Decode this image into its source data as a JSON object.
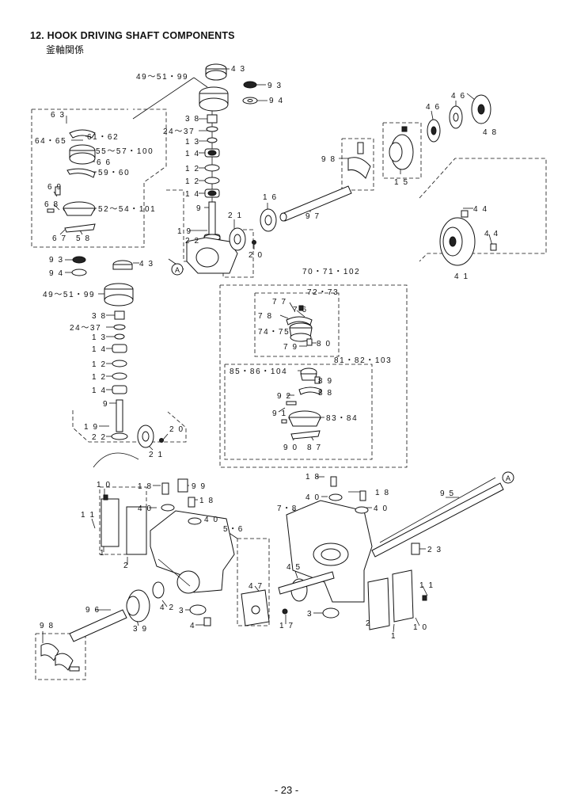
{
  "header": {
    "title": "12. HOOK DRIVING SHAFT COMPONENTS",
    "subtitle": "釜軸関係"
  },
  "footer": {
    "page": "- 23 -"
  },
  "callouts": [
    "4 3",
    "9 3",
    "9 4",
    "49～51・99",
    "4 6",
    "4 6",
    "4 8",
    "6 3",
    "64・65",
    "61・62",
    "55～57・100",
    "6 6",
    "59・60",
    "6 9",
    "6 8",
    "52～54・101",
    "6 7",
    "5 8",
    "3 8",
    "24～37",
    "1 3",
    "1 4",
    "1 2",
    "1 2",
    "1 4",
    "9",
    "1 9",
    "2 2",
    "1 6",
    "2 1",
    "2 0",
    "9 8",
    "1 5",
    "9 7",
    "4 4",
    "4 4",
    "4 1",
    "9 3",
    "4 3",
    "9 4",
    "49～51・99",
    "3 8",
    "24～37",
    "1 3",
    "1 4",
    "1 2",
    "1 2",
    "1 4",
    "9",
    "1 9",
    "2 2",
    "2 0",
    "2 1",
    "70・71・102",
    "72・73",
    "7 7",
    "7 6",
    "7 8",
    "74・75",
    "7 9",
    "8 0",
    "85・86・104",
    "81・82・103",
    "8 9",
    "8 8",
    "9 2",
    "9 1",
    "83・84",
    "9 0",
    "8 7",
    "1 0",
    "1 8",
    "9 9",
    "1 8",
    "4 0",
    "4 0",
    "1 1",
    "1",
    "2",
    "5・6",
    "1 8",
    "4 0",
    "1 8",
    "4 0",
    "7・8",
    "9 5",
    "2 3",
    "4 5",
    "4 7",
    "4 2",
    "3",
    "4",
    "9 6",
    "3 9",
    "3",
    "1 7",
    "2",
    "1 1",
    "1",
    "1 0",
    "9 8"
  ],
  "reference_marker": "A"
}
